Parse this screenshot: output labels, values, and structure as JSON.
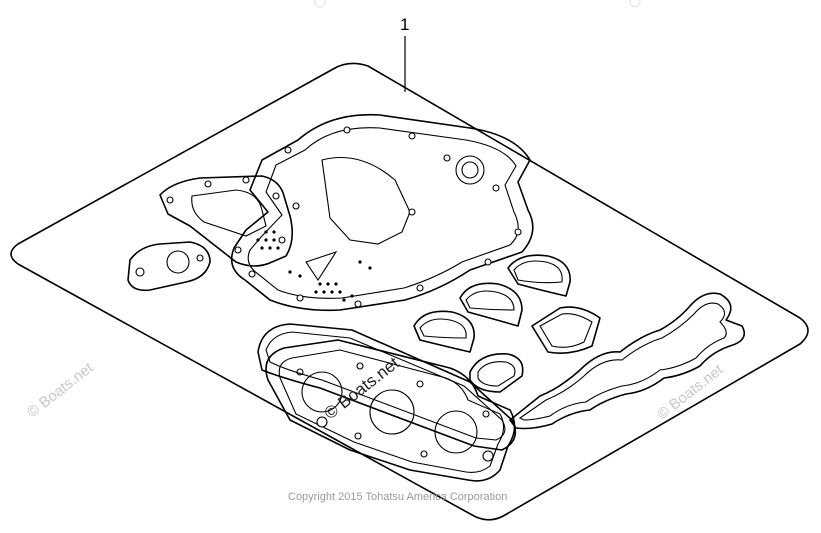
{
  "diagram": {
    "callout_number": "1",
    "copyright": "Copyright 2015 Tohatsu America Corporation",
    "watermark_left": "© Boats.net",
    "watermark_right": "© Boats.net",
    "watermark_center": "© Boats.net"
  }
}
